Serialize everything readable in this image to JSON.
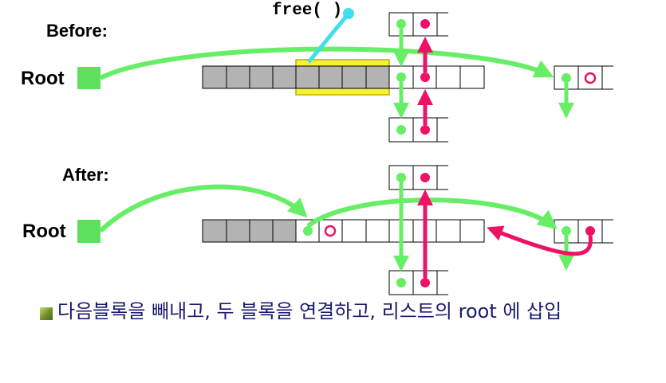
{
  "labels": {
    "before": "Before:",
    "after": "After:",
    "root_before": "Root",
    "root_after": "Root",
    "free_call": "free( )"
  },
  "caption": "다음블록을 빼내고, 두 블록을 연결하고, 리스트의 root 에 삽입",
  "colors": {
    "green": "#66ee66",
    "pink": "#ee1166",
    "cyan": "#44ddee",
    "gray_block": "#b3b3b3",
    "yellow": "#f2f238",
    "root_box": "#5de05d",
    "caption_text": "#1a1a6e"
  }
}
